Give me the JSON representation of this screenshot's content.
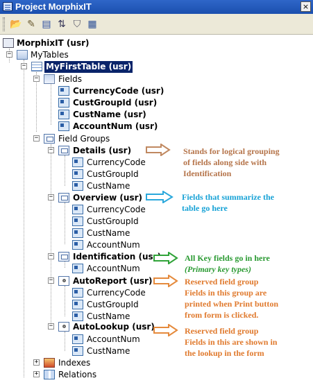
{
  "window": {
    "title": "Project MorphixIT",
    "close_glyph": "×"
  },
  "toolbar": {
    "buttons": [
      {
        "icon": "open-folder-icon",
        "glyph": "📂"
      },
      {
        "icon": "edit-icon",
        "glyph": "✎"
      },
      {
        "icon": "stack-icon",
        "glyph": "▤"
      },
      {
        "icon": "sort-icon",
        "glyph": "⇅"
      },
      {
        "icon": "filter-icon",
        "glyph": "⛉"
      },
      {
        "icon": "properties-icon",
        "glyph": "▦"
      }
    ]
  },
  "tree": {
    "project": "MorphixIT (usr)",
    "tables": "MyTables",
    "table": "MyFirstTable (usr)",
    "fields_node": "Fields",
    "fields": [
      "CurrencyCode (usr)",
      "CustGroupId (usr)",
      "CustName (usr)",
      "AccountNum (usr)"
    ],
    "field_groups_node": "Field Groups",
    "groups": {
      "details": {
        "label": "Details (usr)",
        "items": [
          "CurrencyCode",
          "CustGroupId",
          "CustName"
        ]
      },
      "overview": {
        "label": "Overview (usr)",
        "items": [
          "CurrencyCode",
          "CustGroupId",
          "CustName",
          "AccountNum"
        ]
      },
      "identification": {
        "label": "Identification (usr)",
        "items": [
          "AccountNum"
        ]
      },
      "autoreport": {
        "label": "AutoReport (usr)",
        "items": [
          "CurrencyCode",
          "CustGroupId",
          "CustName"
        ]
      },
      "autolookup": {
        "label": "AutoLookup (usr)",
        "items": [
          "AccountNum",
          "CustName"
        ]
      }
    },
    "indexes": "Indexes",
    "relations": "Relations",
    "expanded_glyph": "−",
    "collapsed_glyph": "+"
  },
  "annotations": {
    "details": [
      "Stands for logical grouping",
      "of fields along side with",
      "Identification"
    ],
    "overview": [
      "Fields that summarize the",
      "table go here"
    ],
    "identification": [
      "All Key fields go in here"
    ],
    "identification_sub": "(Primary key types)",
    "autoreport": [
      "Reserved field group",
      "Fields in this group are",
      "printed when Print button",
      "from form is clicked."
    ],
    "autolookup": [
      "Reserved field group",
      "Fields in this are shown in",
      "the lookup in the form"
    ]
  },
  "colors": {
    "brown_arrow": "#c08860",
    "blue_arrow": "#2aa8dc",
    "green_arrow": "#2fa338",
    "orange_arrow": "#e58a3c"
  }
}
